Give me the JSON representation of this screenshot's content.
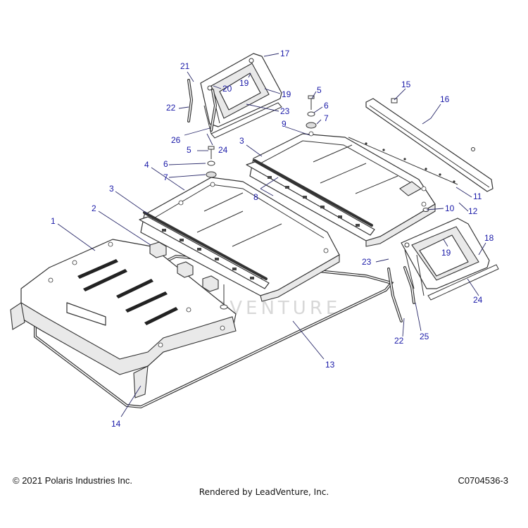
{
  "watermark": "LEADVENTURE",
  "footer": {
    "copyright": "© 2021 Polaris Industries Inc.",
    "drawing_code": "C0704536-3",
    "rendered_by": "Rendered by LeadVenture, Inc."
  },
  "colors": {
    "callout": "#1a1aa8",
    "line": "#333333"
  },
  "callouts": [
    {
      "id": "c1",
      "label": "1"
    },
    {
      "id": "c2",
      "label": "2"
    },
    {
      "id": "c3a",
      "label": "3"
    },
    {
      "id": "c3b",
      "label": "3"
    },
    {
      "id": "c4",
      "label": "4"
    },
    {
      "id": "c5a",
      "label": "5"
    },
    {
      "id": "c5b",
      "label": "5"
    },
    {
      "id": "c6a",
      "label": "6"
    },
    {
      "id": "c6b",
      "label": "6"
    },
    {
      "id": "c7a",
      "label": "7"
    },
    {
      "id": "c7b",
      "label": "7"
    },
    {
      "id": "c8",
      "label": "8"
    },
    {
      "id": "c9",
      "label": "9"
    },
    {
      "id": "c10",
      "label": "10"
    },
    {
      "id": "c11",
      "label": "11"
    },
    {
      "id": "c12",
      "label": "12"
    },
    {
      "id": "c13",
      "label": "13"
    },
    {
      "id": "c14",
      "label": "14"
    },
    {
      "id": "c15",
      "label": "15"
    },
    {
      "id": "c16",
      "label": "16"
    },
    {
      "id": "c17",
      "label": "17"
    },
    {
      "id": "c18",
      "label": "18"
    },
    {
      "id": "c19a",
      "label": "19"
    },
    {
      "id": "c19b",
      "label": "19"
    },
    {
      "id": "c19c",
      "label": "19"
    },
    {
      "id": "c20",
      "label": "20"
    },
    {
      "id": "c21",
      "label": "21"
    },
    {
      "id": "c22a",
      "label": "22"
    },
    {
      "id": "c22b",
      "label": "22"
    },
    {
      "id": "c23a",
      "label": "23"
    },
    {
      "id": "c23b",
      "label": "23"
    },
    {
      "id": "c24a",
      "label": "24"
    },
    {
      "id": "c24b",
      "label": "24"
    },
    {
      "id": "c25",
      "label": "25"
    },
    {
      "id": "c26",
      "label": "26"
    }
  ]
}
